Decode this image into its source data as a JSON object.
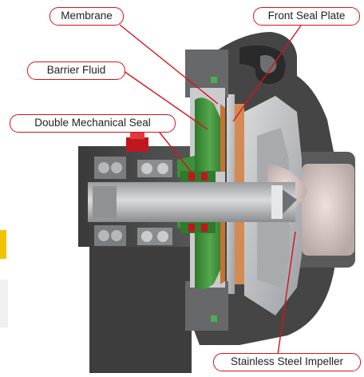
{
  "diagram": {
    "labels": {
      "membrane": "Membrane",
      "front_seal_plate": "Front Seal Plate",
      "barrier_fluid": "Barrier Fluid",
      "double_mechanical_seal": "Double Mechanical Seal",
      "stainless_steel_impeller": "Stainless Steel Impeller"
    },
    "colors": {
      "callout_border": "#d8121b",
      "leader_line": "#d8121b",
      "barrier_fluid_green": "#3f8f3a",
      "casing_grey": "#3c3c3c",
      "steel_light": "#c4c6c8",
      "seal_red": "#c0161e",
      "gasket_yellow": "#f2c400"
    },
    "illustration": "cutaway-pump-with-membrane-barrier-fluid-chamber"
  }
}
